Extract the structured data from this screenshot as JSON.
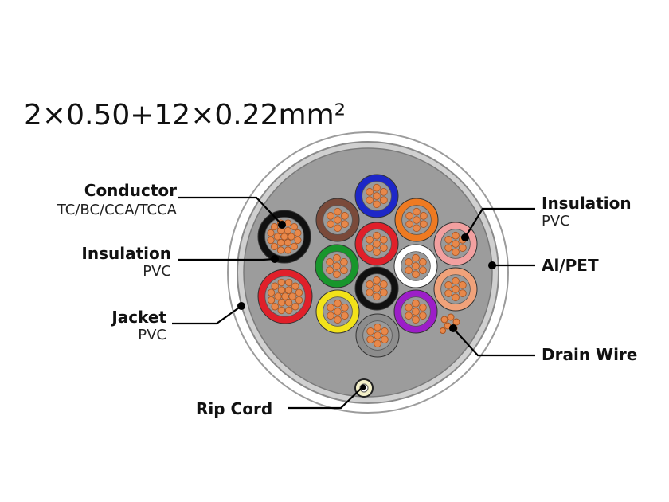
{
  "title": "2×0.50+12×0.22mm²",
  "labels": {
    "conductor": "Conductor",
    "conductor_sub": "TC/BC/CCA/TCCA",
    "insulation_left": "Insulation",
    "insulation_left_sub": "PVC",
    "jacket": "Jacket",
    "jacket_sub": "PVC",
    "rip_cord": "Rip Cord",
    "insulation_right": "Insulation",
    "insulation_right_sub": "PVC",
    "al_pet": "Al/PET",
    "drain_wire": "Drain Wire"
  },
  "colors": {
    "jacket": "#ffffff",
    "jacket_stroke": "#999999",
    "shield": "#c9c9c9",
    "core_fill": "#9a9a9a",
    "strand": "#e8884a",
    "strand_stroke": "#a8521e",
    "cores": {
      "black_large": "#111111",
      "red_large": "#e0202a",
      "brown": "#7a4a3a",
      "blue": "#1d27c8",
      "orange": "#ee7a22",
      "pink": "#f2a0a0",
      "red": "#e0202a",
      "white": "#ffffff",
      "green": "#18962c",
      "black": "#111111",
      "salmon": "#f0a27a",
      "yellow": "#f2e21a",
      "violet": "#9c1ec8",
      "gray": "#8c8c8c"
    }
  },
  "cores": [
    {
      "name": "core-black-large",
      "color": "black_large",
      "size": "large"
    },
    {
      "name": "core-red-large",
      "color": "red_large",
      "size": "large"
    },
    {
      "name": "core-brown",
      "color": "brown",
      "size": "small"
    },
    {
      "name": "core-blue",
      "color": "blue",
      "size": "small"
    },
    {
      "name": "core-orange",
      "color": "orange",
      "size": "small"
    },
    {
      "name": "core-pink",
      "color": "pink",
      "size": "small"
    },
    {
      "name": "core-red",
      "color": "red",
      "size": "small"
    },
    {
      "name": "core-white",
      "color": "white",
      "size": "small"
    },
    {
      "name": "core-green",
      "color": "green",
      "size": "small"
    },
    {
      "name": "core-black",
      "color": "black",
      "size": "small"
    },
    {
      "name": "core-salmon",
      "color": "salmon",
      "size": "small"
    },
    {
      "name": "core-yellow",
      "color": "yellow",
      "size": "small"
    },
    {
      "name": "core-violet",
      "color": "violet",
      "size": "small"
    },
    {
      "name": "core-gray",
      "color": "gray",
      "size": "small"
    }
  ]
}
